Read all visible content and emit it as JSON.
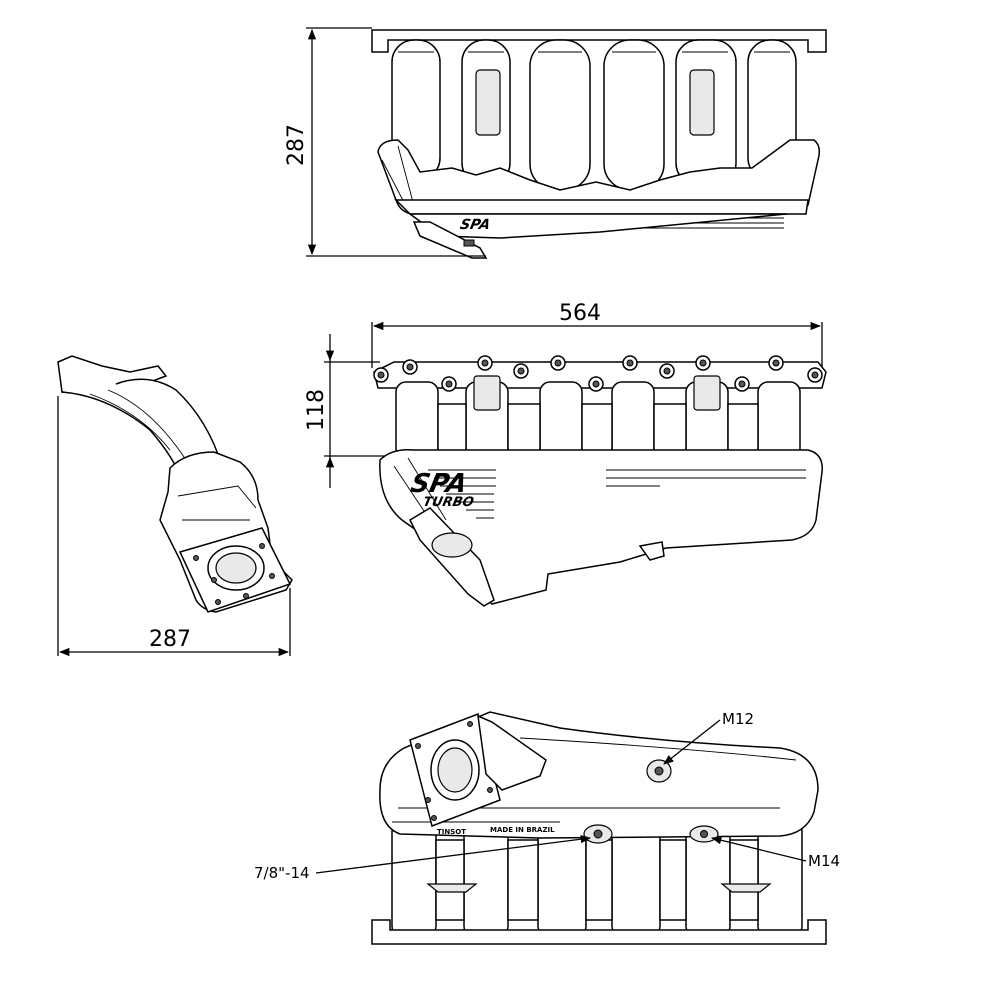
{
  "dimensions": {
    "top_view_height": "287",
    "front_view_width": "564",
    "front_view_height": "118",
    "side_view_width": "287"
  },
  "callouts": {
    "port_a": "M12",
    "port_b": "M14",
    "port_c": "7/8\"-14"
  },
  "logo": {
    "brand": "SPA",
    "sub": "TURBO"
  },
  "casting_text": {
    "left": "TINSOT",
    "right": "MADE IN BRAZIL"
  }
}
